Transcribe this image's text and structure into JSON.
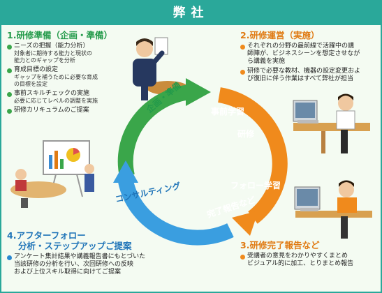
{
  "header": {
    "title": "弊社"
  },
  "section1": {
    "title": "1.研修準備（企画・準備）",
    "items": [
      {
        "text": "ニーズの把握（能力分析）",
        "sub": [
          "対象者に期待する能力と現状の",
          "能力とのギャップを分析"
        ]
      },
      {
        "text": "育成目標の設定",
        "sub": [
          "ギャップを補うために必要な育成",
          "の目標を設定"
        ]
      },
      {
        "text": "事前スキルチェックの実施",
        "sub": [
          "必要に応じてレベルの調整を実施"
        ]
      },
      {
        "text": "研修カリキュラムのご提案",
        "sub": []
      }
    ]
  },
  "section2": {
    "title": "2.研修運営（実施）",
    "items": [
      {
        "lines": [
          "それぞれの分野の最前線で活躍中の講",
          "師陣が、ビジネスシーンを想定させなが",
          "ら講義を実施"
        ]
      },
      {
        "lines": [
          "研修で必要な教材、機器の設定変更およ",
          "び復旧に伴う作業はすべて弊社が担当"
        ]
      }
    ]
  },
  "section3": {
    "title": "3.研修完了報告など",
    "items": [
      {
        "lines": [
          "受講者の意見をわかりやすくまとめ",
          "ビジュアル的に加工、とりまとめ報告"
        ]
      }
    ]
  },
  "section4": {
    "title_lines": [
      "4.アフターフォロー",
      "分析・ステップアップご提案"
    ],
    "items": [
      {
        "lines": [
          "アンケート集計結果や講義報告書にもとづいた",
          "当該研修の分析を行い、次回研修への反映",
          "および上位スキル取得に向けてご提案"
        ]
      }
    ]
  },
  "cycle": {
    "planning": "企画・準備",
    "pre_learning": "事前学習",
    "training": "研修",
    "follow_learning": "フォロー学習",
    "report": "完了報告など",
    "consulting": "コンサルティング"
  },
  "colors": {
    "green": "#3aa64a",
    "orange": "#f08a1c",
    "blue": "#2a88d0",
    "teal": "#2aa89a"
  }
}
